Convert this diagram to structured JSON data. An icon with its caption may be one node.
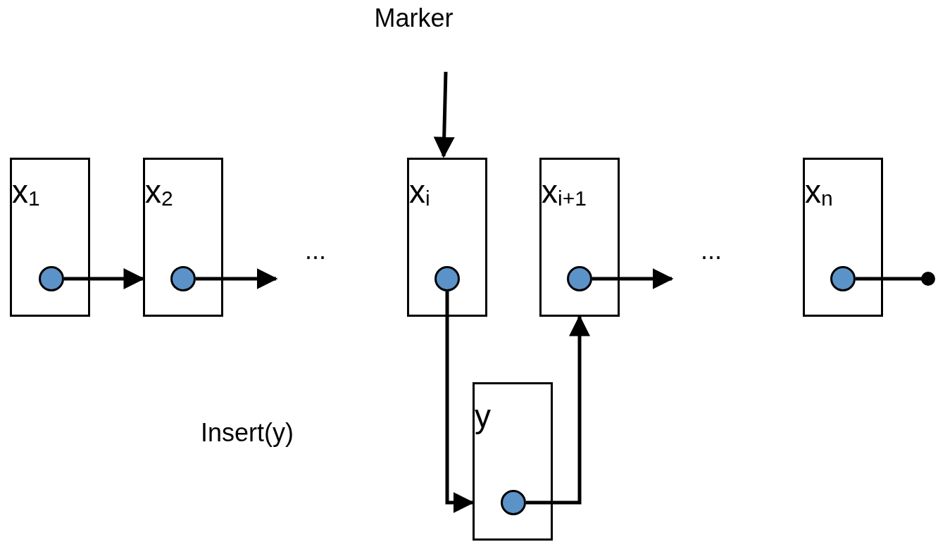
{
  "diagram": {
    "nodes": [
      {
        "text": [
          "x$_{1}$"
        ]
      },
      {
        "text": [
          "x$_{2}$"
        ]
      },
      {
        "text": [
          "x$_{i}$"
        ]
      },
      {
        "text": [
          "x$_{i+1}$"
        ]
      },
      {
        "text": [
          "x$_{n}$"
        ]
      },
      {
        "text": [
          "y"
        ]
      },
      {
        "text": [],
        "shape": "circle",
        "in": 0
      },
      {
        "text": [],
        "shape": "circle",
        "in": 1
      },
      {
        "text": [],
        "shape": "circle",
        "in": 2
      },
      {
        "text": [],
        "shape": "circle",
        "in": 3
      },
      {
        "text": [],
        "shape": "circle",
        "in": 4
      },
      {
        "text": [],
        "shape": "circle",
        "in": 5
      },
      {
        "text": [
          "Marker"
        ]
      }
    ],
    "edges": [
      {
        "from": 6,
        "to": 1,
        "arrow": "to"
      },
      {
        "from": 7,
        "to": null,
        "arrow": "to"
      },
      {
        "from": 8,
        "to": 5,
        "arrow": "to"
      },
      {
        "from": 11,
        "to": 3,
        "arrow": "to"
      },
      {
        "from": 9,
        "to": null,
        "arrow": "to"
      },
      {
        "from": 10,
        "to": null,
        "arrow": "other"
      },
      {
        "from": 12,
        "to": 2,
        "arrow": "to"
      }
    ],
    "labels": [
      "...",
      "...",
      "Insert(y)"
    ]
  }
}
